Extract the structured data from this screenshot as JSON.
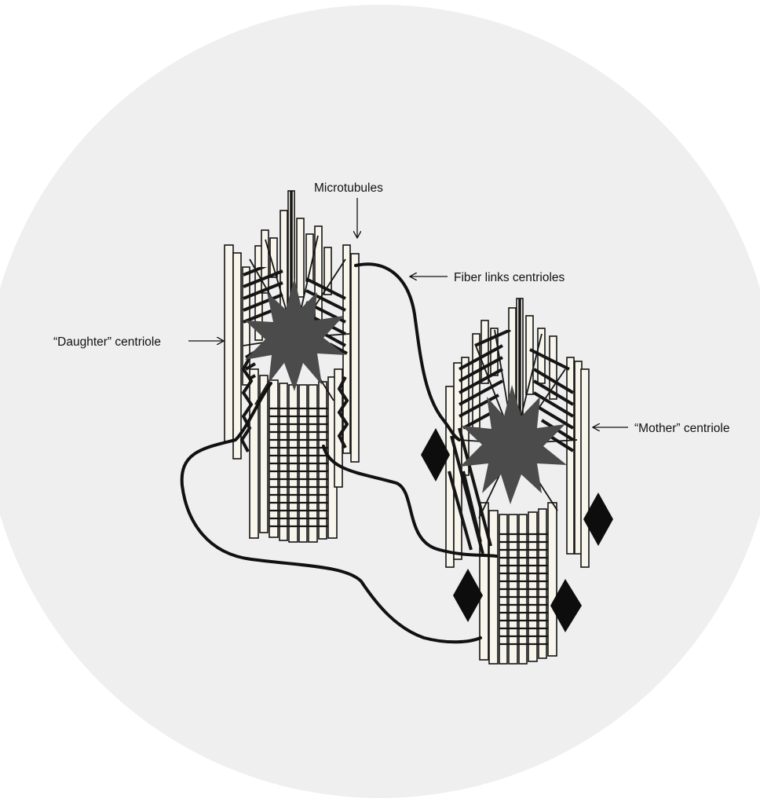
{
  "labels": {
    "microtubules": "Microtubules",
    "fiber_links": "Fiber links centrioles",
    "daughter": "“Daughter” centriole",
    "mother": "“Mother” centriole"
  },
  "colors": {
    "background_disc": "#efefef",
    "tube_fill": "#f7f5ec",
    "ink": "#151515",
    "star": "#4b4b4b",
    "diamond": "#0d0d0d"
  },
  "icons": {
    "pericentriolar_star": "star-icon",
    "appendage": "diamond-icon",
    "pointer": "arrow-icon"
  }
}
